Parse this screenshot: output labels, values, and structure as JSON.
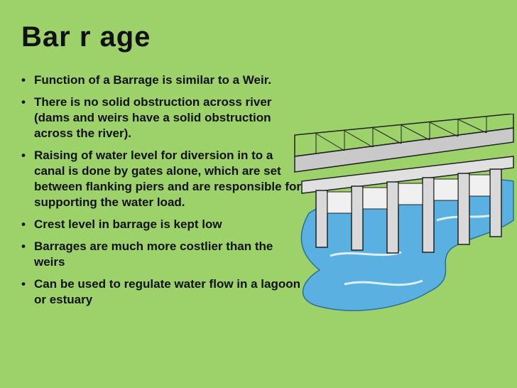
{
  "slide": {
    "title": "Bar r age",
    "bullets": [
      "Function of a Barrage is similar to a Weir.",
      "There is no solid obstruction across river (dams and weirs have a solid obstruction across the river).",
      "Raising of water level for diversion in to a canal is done by gates alone, which are set between flanking piers and are responsible for supporting the water load.",
      "Crest level in barrage is kept low",
      "Barrages are much more costlier than the weirs",
      "Can be used to regulate water flow in a lagoon or estuary"
    ],
    "bullet_glyph": "•"
  },
  "colors": {
    "background": "#9dd16a",
    "text": "#111111",
    "water": "#5ab0e0",
    "structure": "#d9d9d9"
  },
  "illustration_icon": "barrage-illustration"
}
